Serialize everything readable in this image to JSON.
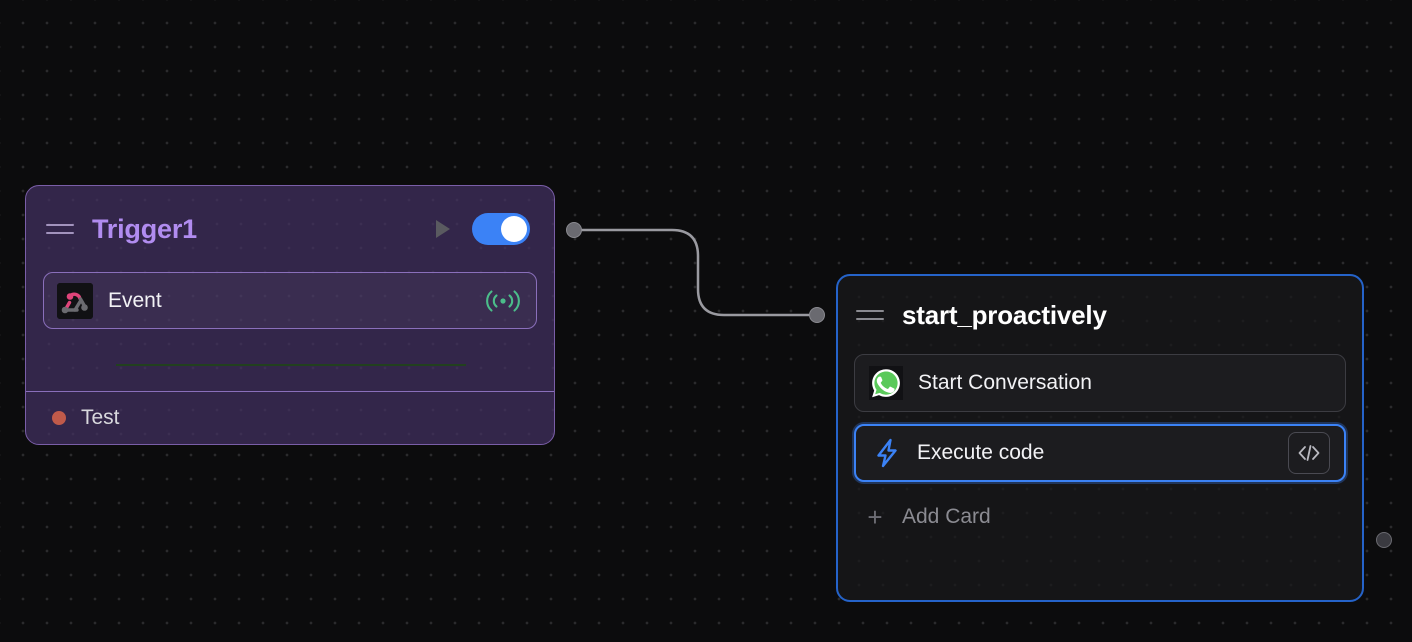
{
  "canvas": {
    "background_color": "#0c0c0d",
    "grid_dot_color": "#2b2b2d"
  },
  "trigger_node": {
    "title": "Trigger1",
    "title_color": "#b18cf0",
    "node_background": "#33264a",
    "node_border": "#7a5ea8",
    "drag_handle_icon": "drag-handle-icon",
    "run_icon": "play-icon",
    "toggle": {
      "state": "on",
      "color": "#3b82f6"
    },
    "cards": [
      {
        "label": "Event",
        "left_icon": "webhook-icon",
        "right_icon": "broadcast-icon",
        "right_icon_color": "#4bbd8a"
      }
    ],
    "footer": {
      "status_label": "Test",
      "status_dot_color": "#c05a4a"
    }
  },
  "action_node": {
    "title": "start_proactively",
    "title_color": "#ffffff",
    "node_background": "#151517",
    "node_border": "#2563c9",
    "drag_handle_icon": "drag-handle-icon",
    "cards": [
      {
        "label": "Start Conversation",
        "left_icon": "whatsapp-icon",
        "selected": false
      },
      {
        "label": "Execute code",
        "left_icon": "lightning-bolt-icon",
        "right_icon": "code-brackets-icon",
        "selected": true,
        "selected_border_color": "#3b82f6"
      }
    ],
    "add_card": {
      "label": "Add Card",
      "icon": "plus-icon"
    }
  },
  "connection": {
    "edge_color": "#9a9aa0",
    "source_port": "trigger-output-port",
    "target_port": "action-input-port",
    "output_port": "action-output-port"
  }
}
